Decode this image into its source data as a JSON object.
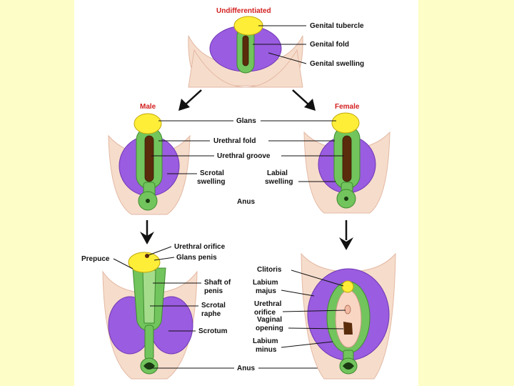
{
  "headings": {
    "undifferentiated": "Undifferentiated",
    "male": "Male",
    "female": "Female"
  },
  "labels": {
    "genital_tubercle": "Genital tubercle",
    "genital_fold": "Genital fold",
    "genital_swelling": "Genital swelling",
    "glans": "Glans",
    "urethral_fold": "Urethral fold",
    "urethral_groove": "Urethral groove",
    "scrotal_swelling_1": "Scrotal",
    "scrotal_swelling_2": "swelling",
    "labial_swelling_1": "Labial",
    "labial_swelling_2": "swelling",
    "anus_mid": "Anus",
    "urethral_orifice": "Urethral orifice",
    "glans_penis": "Glans penis",
    "prepuce": "Prepuce",
    "shaft_of_penis_1": "Shaft of",
    "shaft_of_penis_2": "penis",
    "scrotal_raphe_1": "Scrotal",
    "scrotal_raphe_2": "raphe",
    "scrotum": "Scrotum",
    "anus_bottom": "Anus",
    "clitoris": "Clitoris",
    "labium_majus_1": "Labium",
    "labium_majus_2": "majus",
    "urethral_orifice_f_1": "Urethral",
    "urethral_orifice_f_2": "orifice",
    "vaginal_opening_1": "Vaginal",
    "vaginal_opening_2": "opening",
    "labium_minus_1": "Labium",
    "labium_minus_2": "minus"
  },
  "colors": {
    "page_background": "#fdfdc8",
    "heading_red": "#d42020",
    "swelling_purple": "#9a5ce0",
    "fold_green": "#72c45d",
    "tubercle_yellow": "#ffee38",
    "groove_brown": "#5a2c0c",
    "skin": "#f6dccb"
  }
}
